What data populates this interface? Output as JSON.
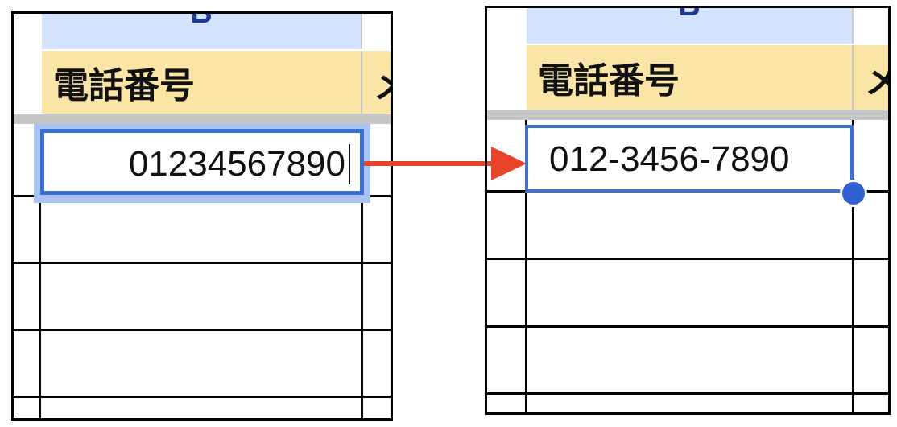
{
  "column_letter": "B",
  "header_label": "電話番号",
  "next_header_partial": "メ",
  "before": {
    "cell_value": "01234567890"
  },
  "after": {
    "cell_value": "012-3456-7890"
  },
  "colors": {
    "column_header_bg": "#d3e3fd",
    "header_row_bg": "#fbe5a6",
    "selection_border": "#3b6fd8",
    "selection_halo": "#a9c2f2",
    "arrow": "#e8442a",
    "fill_handle": "#2f5fd0"
  }
}
